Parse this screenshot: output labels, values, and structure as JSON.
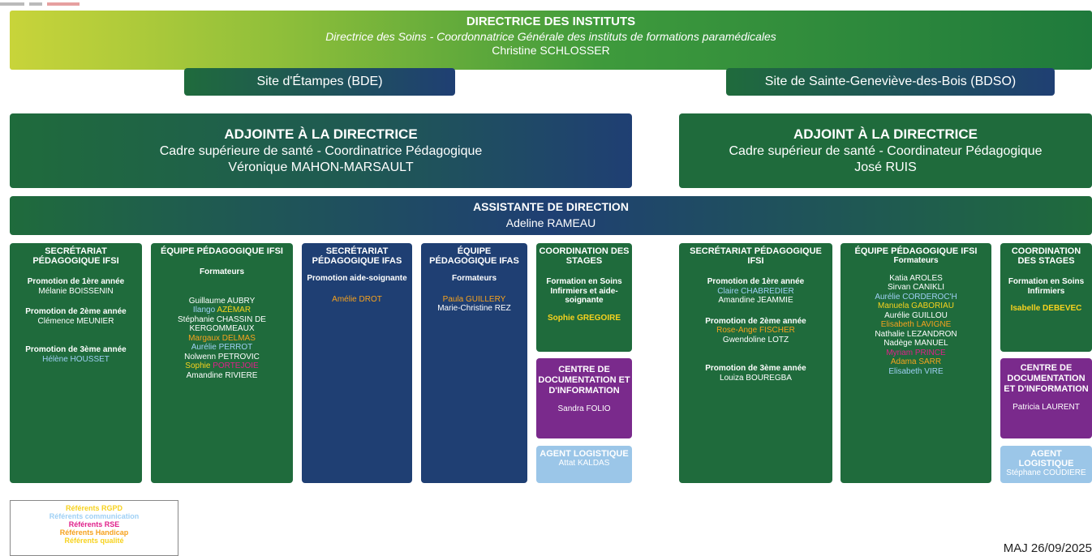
{
  "header": {
    "title": "DIRECTRICE DES INSTITUTS",
    "subtitle": "Directrice des Soins - Coordonnatrice Générale des instituts de formations paramédicales",
    "name": "Christine SCHLOSSER"
  },
  "sites": {
    "left": "Site d'Étampes (BDE)",
    "right": "Site de Sainte-Geneviève-des-Bois (BDSO)"
  },
  "adjoints": {
    "left": {
      "title": "ADJOINTE À LA DIRECTRICE",
      "role": "Cadre supérieure de santé - Coordinatrice Pédagogique",
      "name": "Véronique MAHON-MARSAULT"
    },
    "right": {
      "title": "ADJOINT À LA DIRECTRICE",
      "role": "Cadre supérieur de santé - Coordinateur Pédagogique",
      "name": "José RUIS"
    }
  },
  "assistant": {
    "title": "ASSISTANTE DE DIRECTION",
    "name": "Adeline RAMEAU"
  },
  "bde": {
    "secretariat_ifsi": {
      "title": "SECRÉTARIAT PÉDAGOGIQUE IFSI",
      "p1_label": "Promotion de 1ère année",
      "p1_name": "Mélanie BOISSENIN",
      "p2_label": "Promotion de 2ème année",
      "p2_name": "Clémence MEUNIER",
      "p3_label": "Promotion de 3ème année",
      "p3_name": "Hélène HOUSSET"
    },
    "equipe_ifsi": {
      "title": "ÉQUIPE PÉDAGOGIQUE IFSI",
      "sub": "Formateurs",
      "m1": "Guillaume AUBRY",
      "m2a": "Ilango",
      "m2b": "AZÉMAR",
      "m3": "Stéphanie CHASSIN DE KERGOMMEAUX",
      "m4": "Margaux DELMAS",
      "m5": "Aurélie PERROT",
      "m6": "Nolwenn PETROVIC",
      "m7a": "Sophie",
      "m7b": "PORTEJOIE",
      "m8": "Amandine RIVIERE"
    },
    "secretariat_ifas": {
      "title": "SECRÉTARIAT PÉDAGOGIQUE IFAS",
      "sub": "Promotion aide-soignante",
      "name": "Amélie DROT"
    },
    "equipe_ifas": {
      "title": "ÉQUIPE PÉDAGOGIQUE IFAS",
      "sub": "Formateurs",
      "m1": "Paula GUILLERY",
      "m2": "Marie-Christine REZ"
    },
    "stages": {
      "title": "COORDINATION DES STAGES",
      "sub": "Formation en Soins Infirmiers et aide-soignante",
      "name": "Sophie GREGOIRE"
    },
    "cdi": {
      "title": "CENTRE DE DOCUMENTATION ET D'INFORMATION",
      "name": "Sandra FOLIO"
    },
    "agent": {
      "title": "AGENT LOGISTIQUE",
      "name": "Attat KALDAS"
    }
  },
  "bdso": {
    "secretariat_ifsi": {
      "title": "SECRÉTARIAT PÉDAGOGIQUE IFSI",
      "p1_label": "Promotion de 1ère année",
      "p1_n1": "Claire CHABREDIER",
      "p1_n2": "Amandine JEAMMIE",
      "p2_label": "Promotion de 2ème année",
      "p2_n1": "Rose-Ange FISCHER",
      "p2_n2": "Gwendoline LOTZ",
      "p3_label": "Promotion de 3ème année",
      "p3_n1": "Louiza BOUREGBA"
    },
    "equipe_ifsi": {
      "title": "ÉQUIPE PÉDAGOGIQUE IFSI",
      "sub": "Formateurs",
      "m1": "Katia AROLES",
      "m2": "Sirvan CANIKLI",
      "m3": "Aurélie CORDEROC'H",
      "m4": "Manuela GABORIAU",
      "m5": "Aurélie GUILLOU",
      "m6": "Elisabeth LAVIGNE",
      "m7": "Nathalie LEZANDRON",
      "m8": "Nadège MANUEL",
      "m9": "Myriam PRINCE",
      "m10": "Adama SARR",
      "m11": "Elisabeth VIRE"
    },
    "stages": {
      "title": "COORDINATION DES STAGES",
      "sub": "Formation en Soins Infirmiers",
      "name": "Isabelle DEBEVEC"
    },
    "cdi": {
      "title": "CENTRE DE DOCUMENTATION ET D'INFORMATION",
      "name": "Patricia LAURENT"
    },
    "agent": {
      "title": "AGENT LOGISTIQUE",
      "name": "Stéphane COUDIERE"
    }
  },
  "legend": {
    "rgpd": "Référents RGPD",
    "communication": "Référents communication",
    "rse": "Référents RSE",
    "handicap": "Référents Handicap",
    "qualite": "Référents qualité"
  },
  "maj": "MAJ 26/09/2025",
  "colors": {
    "green": "#1f6b3c",
    "blue": "#1f3f73",
    "purple": "#7a2a8c",
    "lightblue": "#9bc6e8",
    "rgpd": "#f7d21e",
    "communication": "#9fd0f5",
    "rse": "#e0208a",
    "handicap": "#f6a21e"
  }
}
